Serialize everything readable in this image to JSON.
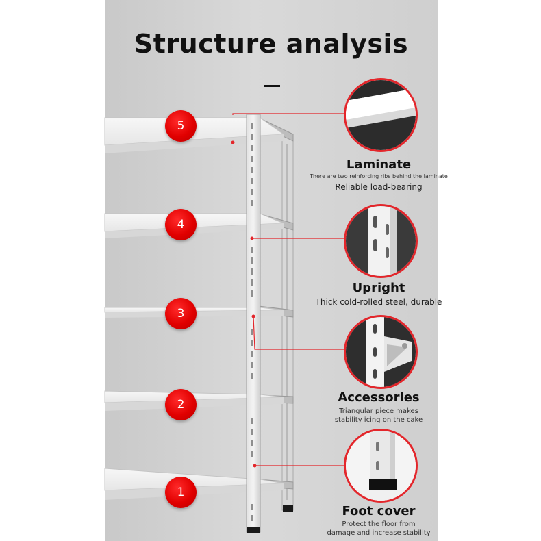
{
  "title": "Structure analysis",
  "badges": [
    "5",
    "4",
    "3",
    "2",
    "1"
  ],
  "features": [
    {
      "heading": "Laminate",
      "small": "There are two reinforcing ribs behind the laminate",
      "desc": "Reliable load-bearing"
    },
    {
      "heading": "Upright",
      "desc": "Thick cold-rolled steel, durable"
    },
    {
      "heading": "Accessories",
      "desc_line1": "Triangular piece makes",
      "desc_line2": "stability icing on the cake"
    },
    {
      "heading": "Foot cover",
      "desc_line1": "Protect the floor from",
      "desc_line2": "damage and increase stability"
    }
  ],
  "colors": {
    "accent": "#e3262b",
    "badge": "#e10000",
    "panel": "#d4d4d4",
    "steel": "#ececec",
    "text": "#111111"
  },
  "icons": [
    "shelf-rack-illustration",
    "laminate-zoom-icon",
    "upright-zoom-icon",
    "accessory-zoom-icon",
    "foot-cover-zoom-icon"
  ]
}
